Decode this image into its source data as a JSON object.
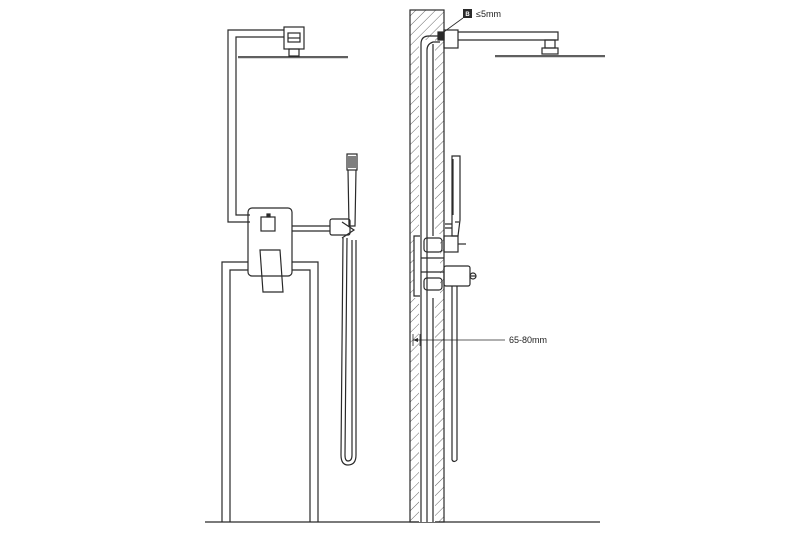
{
  "annotations": {
    "gap_label": "≤5mm",
    "gap_badge": "B",
    "depth_label": "65-80mm"
  },
  "colors": {
    "stroke": "#2a2a2a",
    "hatch": "#555555",
    "background": "#ffffff"
  }
}
